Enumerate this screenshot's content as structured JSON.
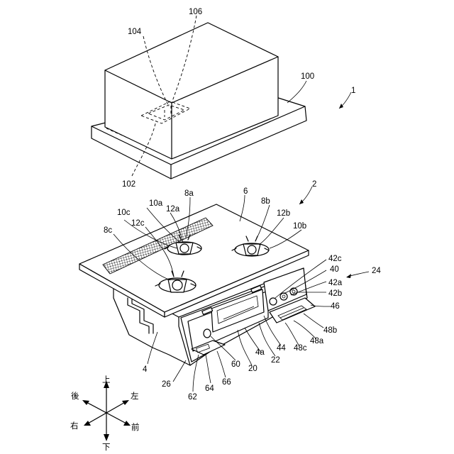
{
  "labels": {
    "l1": "1",
    "l2": "2",
    "l4": "4",
    "l4a": "4a",
    "l6": "6",
    "l8a": "8a",
    "l8b": "8b",
    "l8c": "8c",
    "l10a": "10a",
    "l10b": "10b",
    "l10c": "10c",
    "l12a": "12a",
    "l12b": "12b",
    "l12c": "12c",
    "l20": "20",
    "l22": "22",
    "l24": "24",
    "l26": "26",
    "l40": "40",
    "l42a": "42a",
    "l42b": "42b",
    "l42c": "42c",
    "l44": "44",
    "l46": "46",
    "l48a": "48a",
    "l48b": "48b",
    "l48c": "48c",
    "l60": "60",
    "l62": "62",
    "l64": "64",
    "l66": "66",
    "l100": "100",
    "l102": "102",
    "l104": "104",
    "l106": "106"
  },
  "directions": {
    "up": "上",
    "down": "下",
    "left": "左",
    "right": "右",
    "front": "前",
    "back": "後"
  }
}
